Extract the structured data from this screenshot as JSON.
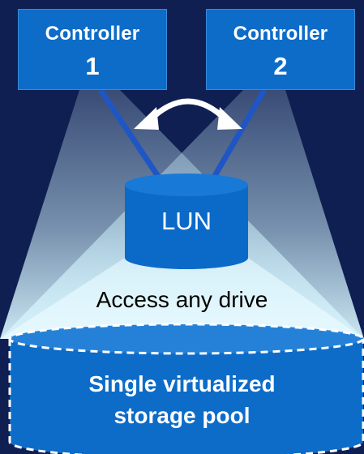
{
  "controllers": [
    {
      "label": "Controller",
      "number": "1"
    },
    {
      "label": "Controller",
      "number": "2"
    }
  ],
  "lun": {
    "label": "LUN"
  },
  "access": {
    "label": "Access any drive"
  },
  "pool": {
    "line1": "Single virtualized",
    "line2": "storage pool"
  },
  "colors": {
    "background": "#101f52",
    "controller_box": "#0d6cc8",
    "lun_cylinder": "#0b6ac8",
    "pool_cylinder": "#0d6cc8",
    "connector": "#1f56c4",
    "arrow": "#ffffff",
    "light_cone": "#c9ecf7"
  },
  "icons": {
    "failover_arrow": "double-headed-curved-arrow"
  }
}
